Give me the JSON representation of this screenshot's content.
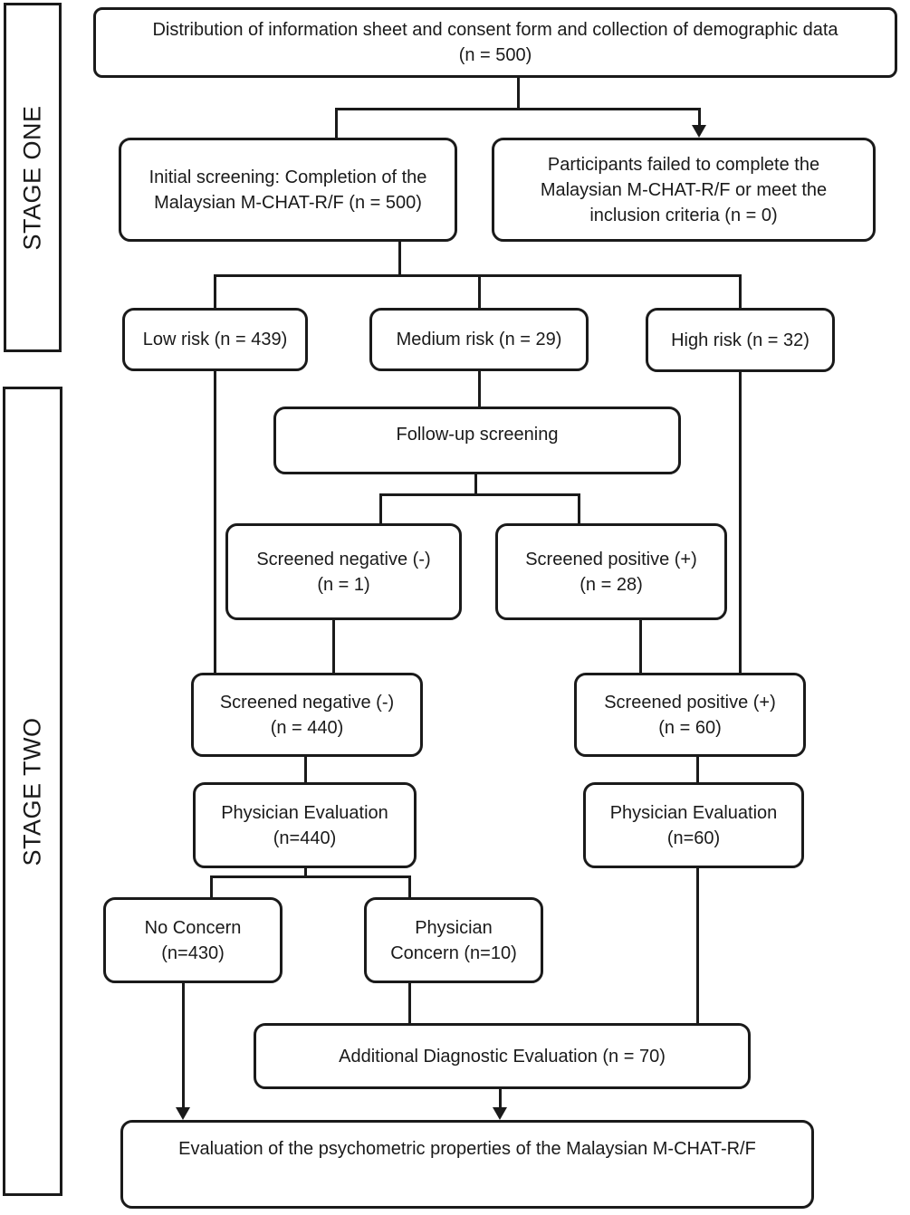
{
  "colors": {
    "line": "#1a1a1a",
    "background": "#ffffff",
    "box_fill": "#ffffff"
  },
  "stages": {
    "one": {
      "label": "STAGE ONE"
    },
    "two": {
      "label": "STAGE TWO"
    }
  },
  "boxes": {
    "distribution": {
      "text": "Distribution of information sheet and consent form and collection of demographic data\n(n = 500)"
    },
    "initial_screening": {
      "text": "Initial screening: Completion of the\nMalaysian M-CHAT-R/F (n = 500)"
    },
    "failed_inclusion": {
      "text": "Participants failed to complete the\nMalaysian M-CHAT-R/F or meet the\ninclusion criteria (n = 0)"
    },
    "low_risk": {
      "text": "Low risk (n = 439)"
    },
    "medium_risk": {
      "text": "Medium risk (n = 29)"
    },
    "high_risk": {
      "text": "High risk (n = 32)"
    },
    "follow_up": {
      "text": "Follow-up screening"
    },
    "screened_negative_followup": {
      "text": "Screened negative (-)\n(n = 1)"
    },
    "screened_positive_followup": {
      "text": "Screened positive (+)\n(n = 28)"
    },
    "screened_negative_total": {
      "text": "Screened negative (-)\n(n = 440)"
    },
    "screened_positive_total": {
      "text": "Screened positive (+)\n(n = 60)"
    },
    "physician_eval_negative": {
      "text": "Physician Evaluation\n(n=440)"
    },
    "physician_eval_positive": {
      "text": "Physician Evaluation\n(n=60)"
    },
    "no_concern": {
      "text": "No Concern\n(n=430)"
    },
    "physician_concern": {
      "text": "Physician\nConcern (n=10)"
    },
    "additional_diagnostic": {
      "text": "Additional Diagnostic Evaluation (n = 70)"
    },
    "psychometric_evaluation": {
      "text": "Evaluation of the psychometric properties of the Malaysian M-CHAT-R/F"
    }
  }
}
